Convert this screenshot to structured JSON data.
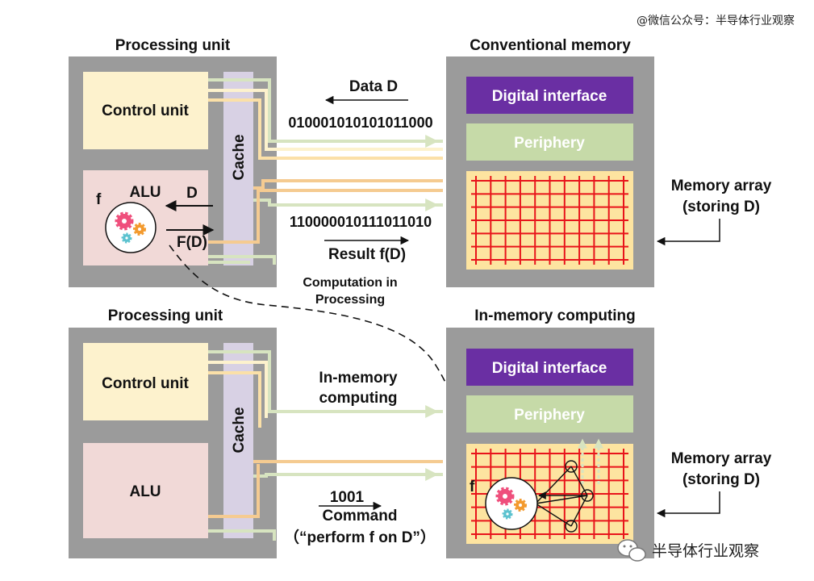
{
  "watermark_top": "@微信公众号：半导体行业观察",
  "watermark_bottom": "半导体行业观察",
  "top": {
    "processing_title": "Processing unit",
    "memory_title": "Conventional memory",
    "control_unit": "Control unit",
    "cache": "Cache",
    "alu": "ALU",
    "f": "f",
    "d": "D",
    "fd": "F(D)",
    "data_label": "Data D",
    "data_bits": "010001010101011000",
    "result_bits": "110000010111011010",
    "result_label": "Result f(D)",
    "digital_interface": "Digital interface",
    "periphery": "Periphery",
    "memory_array_line1": "Memory array",
    "memory_array_line2": "(storing D)"
  },
  "middle": {
    "computation_line1": "Computation in",
    "computation_line2": "Processing"
  },
  "bottom": {
    "processing_title": "Processing unit",
    "memory_title": "In-memory computing",
    "control_unit": "Control unit",
    "cache": "Cache",
    "alu": "ALU",
    "imc_line1": "In-memory",
    "imc_line2": "computing",
    "cmd_bits": "1001",
    "cmd_label": "Command",
    "cmd_desc": "（“perform f on D”）",
    "digital_interface": "Digital interface",
    "periphery": "Periphery",
    "f": "f",
    "memory_array_line1": "Memory array",
    "memory_array_line2": "(storing D)"
  },
  "colors": {
    "unit_gray": "#9b9b9b",
    "control_fill": "#fdf2cd",
    "alu_fill": "#f1d9d7",
    "cache_fill": "#d8d1e4",
    "digital_fill": "#6a2fa3",
    "periphery_fill": "#c6daa8",
    "array_fill": "#fde4a0",
    "grid_red": "#e8141b",
    "wire_green": "#d7e4c0",
    "wire_orange": "#f5cb91",
    "wire_yellow": "#fbe0a8"
  }
}
